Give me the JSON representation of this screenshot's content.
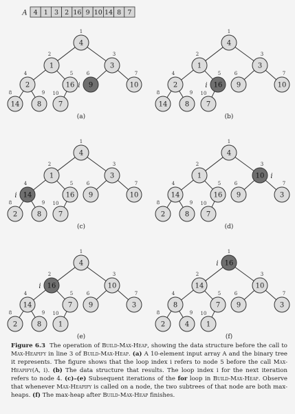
{
  "array": {
    "label": "A",
    "values": [
      "4",
      "1",
      "3",
      "2",
      "16",
      "9",
      "10",
      "14",
      "8",
      "7"
    ]
  },
  "panels": [
    {
      "label": "(a)",
      "nodes": [
        "4",
        "1",
        "3",
        "2",
        "16",
        "9",
        "10",
        "14",
        "8",
        "7"
      ],
      "highlight": 5,
      "i_node": 5
    },
    {
      "label": "(b)",
      "nodes": [
        "4",
        "1",
        "3",
        "2",
        "16",
        "9",
        "10",
        "14",
        "8",
        "7"
      ],
      "highlight": 4,
      "i_node": 4
    },
    {
      "label": "(c)",
      "nodes": [
        "4",
        "1",
        "3",
        "14",
        "16",
        "9",
        "10",
        "2",
        "8",
        "7"
      ],
      "highlight": 3,
      "i_node": 3
    },
    {
      "label": "(d)",
      "nodes": [
        "4",
        "1",
        "10",
        "14",
        "16",
        "9",
        "3",
        "2",
        "8",
        "7"
      ],
      "highlight": 2,
      "i_node": 2
    },
    {
      "label": "(e)",
      "nodes": [
        "4",
        "16",
        "10",
        "14",
        "7",
        "9",
        "3",
        "2",
        "8",
        "1"
      ],
      "highlight": 1,
      "i_node": 1
    },
    {
      "label": "(f)",
      "nodes": [
        "16",
        "14",
        "10",
        "8",
        "7",
        "9",
        "3",
        "2",
        "4",
        "1"
      ],
      "highlight": 0,
      "i_node": 0
    }
  ],
  "index_labels": [
    "1",
    "2",
    "3",
    "4",
    "5",
    "6",
    "7",
    "8",
    "9",
    "10"
  ],
  "loop_var": "i",
  "caption": {
    "figure_label": "Figure 6.3",
    "t1": "The operation of ",
    "sc1": "Build-Max-Heap",
    "t2": ", showing the data structure before the call to ",
    "sc2": "Max-Heapify",
    "t3": " in line 3 of ",
    "sc3": "Build-Max-Heap",
    "t4": ". ",
    "la": "(a)",
    "t5": " A 10-element input array A and the binary tree it represents. The figure shows that the loop index i refers to node 5 before the call ",
    "sc4": "Max-Heapify",
    "t6": "(A, i). ",
    "lb": "(b)",
    "t7": " The data structure that results. The loop index i for the next iteration refers to node 4. ",
    "lce": "(c)–(e)",
    "t8": " Subsequent iterations of the ",
    "kw_for": "for",
    "t9": " loop in ",
    "sc5": "Build-Max-Heap",
    "t10": ". Observe that whenever ",
    "sc6": "Max-Heapify",
    "t11": " is called on a node, the two subtrees of that node are both max-heaps. ",
    "lf": "(f)",
    "t12": " The max-heap after ",
    "sc7": "Build-Max-Heap",
    "t13": " finishes."
  },
  "colors": {
    "node_fill": "#dcdcdc",
    "highlight_fill": "#6f6f6f",
    "stroke": "#333333",
    "array_fill": "#d6d6d6"
  }
}
